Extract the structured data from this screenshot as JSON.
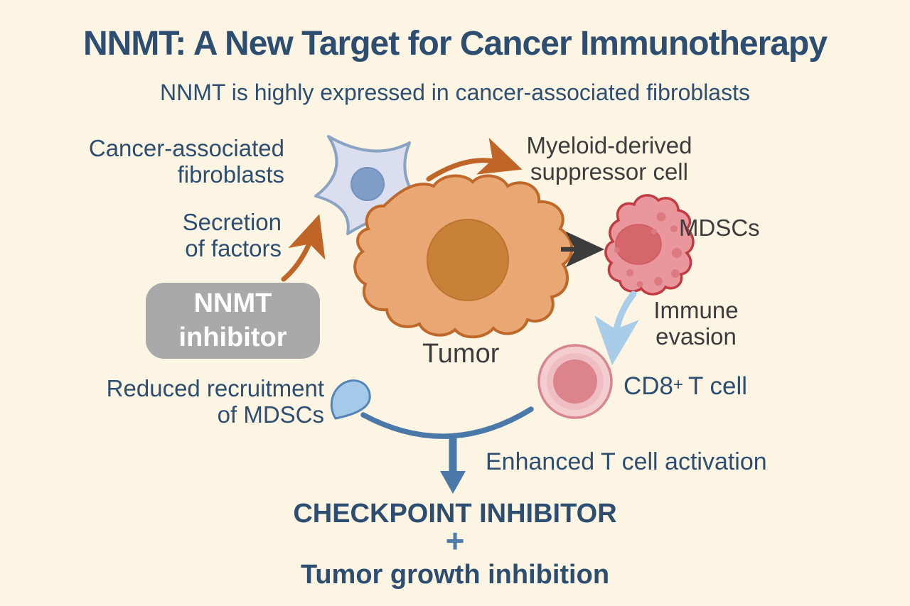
{
  "header": {
    "title": "NNMT: A New Target for Cancer Immunotherapy",
    "subtitle": "NNMT is highly expressed in cancer-associated fibroblasts"
  },
  "labels": {
    "caf": {
      "line1": "Cancer-associated",
      "line2": "fibroblasts"
    },
    "secretion": {
      "line1": "Secretion",
      "line2": "of factors"
    },
    "nnmt_inhibitor": {
      "line1": "NNMT",
      "line2": "inhibitor"
    },
    "reduced": {
      "line1": "Reduced recruitment",
      "line2": "of MDSCs"
    },
    "mdsc_full": {
      "line1": "Myeloid-derived",
      "line2": "suppressor cell"
    },
    "mdscs": "MDSCs",
    "immune": {
      "line1": "Immune",
      "line2": "evasion"
    },
    "cd8": {
      "prefix": "CD8",
      "sup": "+",
      "suffix": "T cell"
    },
    "tumor": "Tumor",
    "enhanced": "Enhanced T cell activation",
    "checkpoint": "CHECKPOINT INHIBITOR",
    "plus": "+",
    "growth": "Tumor growth inhibition"
  },
  "colors": {
    "background": "#fcf5e4",
    "navy_text": "#2d4d71",
    "dark_text": "#3c3c3c",
    "steel_blue": "#4a78a8",
    "light_blue": "#a9cce9",
    "gray_box": "#a9a9a9",
    "orange_arrow": "#bf6527",
    "tumor_fill": "#e9a873",
    "tumor_border": "#c0682a",
    "tumor_nucleus": "#c98038",
    "fibroblast_fill": "#dadeee",
    "fibroblast_border": "#8ba3c2",
    "fibroblast_nucleus": "#7f9dc6",
    "mdsc_fill": "#e9969c",
    "mdsc_border": "#c23a42",
    "mdsc_nucleus": "#d5666c",
    "tcell_outer": "#f4cdd1",
    "tcell_border": "#d8868e",
    "tcell_inner": "#dc838b"
  }
}
